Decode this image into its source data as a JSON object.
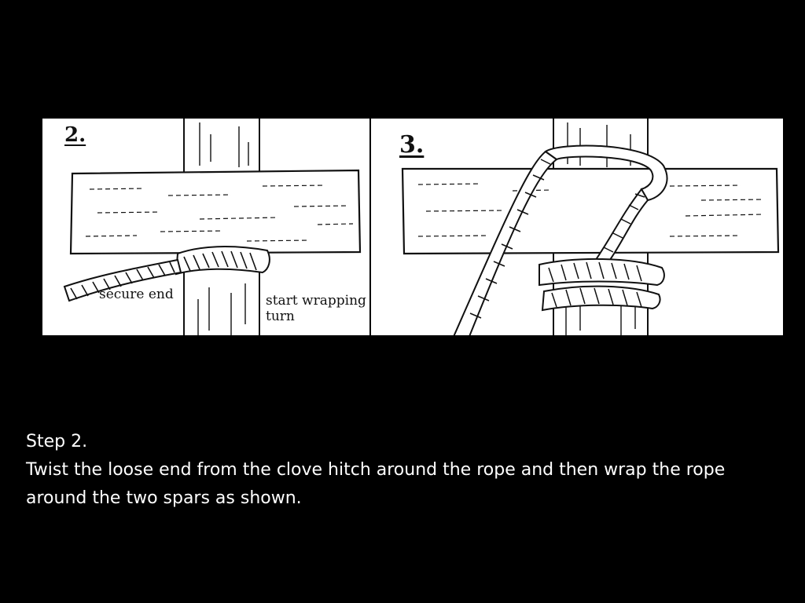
{
  "panels": [
    {
      "number": "2.",
      "labels": {
        "secure": "secure end",
        "start": "start wrapping turn"
      }
    },
    {
      "number": "3."
    }
  ],
  "caption": {
    "heading": "Step 2.",
    "body": "Twist the loose end from the clove hitch around the rope and then wrap the rope around the two spars as shown."
  },
  "colors": {
    "background": "#000000",
    "panel": "#ffffff",
    "ink": "#111111",
    "caption_text": "#ffffff"
  },
  "icons": [
    "rope-coil-icon",
    "spar-icon"
  ]
}
